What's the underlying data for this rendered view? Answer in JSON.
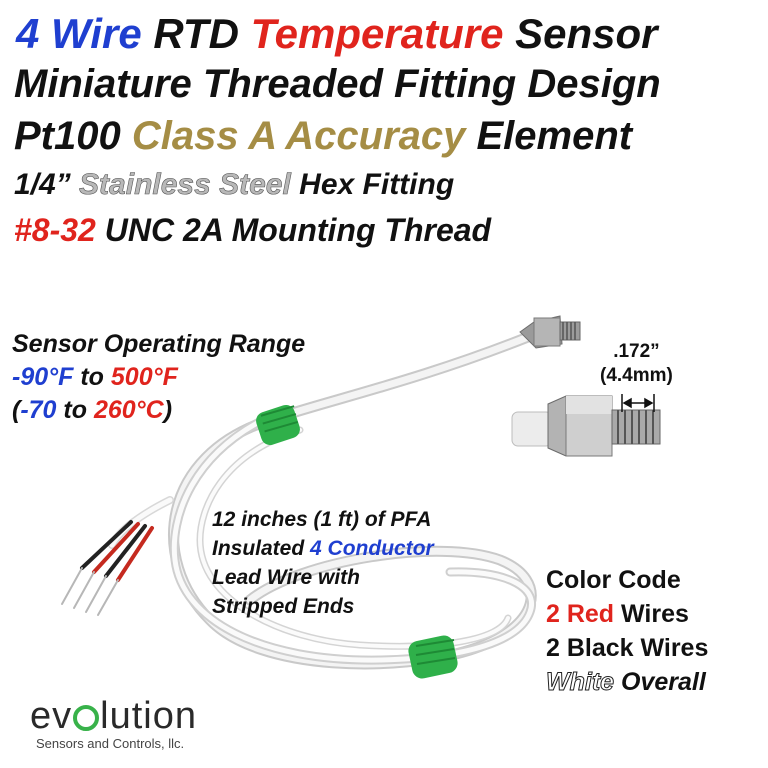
{
  "header": {
    "line1": {
      "w1": "4 Wire",
      "w2": " RTD ",
      "w3": "Temperature",
      "w4": " Sensor"
    },
    "line2": "Miniature Threaded Fitting Design",
    "line3": {
      "w1": "Pt100 ",
      "w2": "Class A Accuracy",
      "w3": " Element"
    },
    "line4": {
      "w1": "1/4” ",
      "w2": "Stainless Steel",
      "w3": " Hex Fitting"
    },
    "line5": {
      "w1": "#8-32",
      "w2": " UNC 2A Mounting Thread"
    }
  },
  "range": {
    "title": "Sensor Operating Range",
    "f_low": "-90°F",
    "f_to": " to ",
    "f_high": "500°F",
    "c_open": "(",
    "c_low": "-70",
    "c_to": " to ",
    "c_high": "260°C",
    "c_close": ")"
  },
  "dimension": {
    "inches": ".172”",
    "mm": "(4.4mm)"
  },
  "lead": {
    "l1": "12 inches (1 ft) of PFA",
    "l2a": "Insulated ",
    "l2b": "4 Conductor",
    "l3": "Lead Wire with",
    "l4": "Stripped Ends"
  },
  "color_code": {
    "title": "Color Code",
    "red_n": "2 Red",
    "red_w": " Wires",
    "black": "2 Black Wires",
    "white_a": "White",
    "white_b": " Overall"
  },
  "logo": {
    "pre": "ev",
    "post": "lution",
    "sub": "Sensors and Controls, llc."
  },
  "colors": {
    "blue": "#1f3fd0",
    "red": "#e0241d",
    "gold": "#a58d45",
    "green": "#2fb04a"
  }
}
